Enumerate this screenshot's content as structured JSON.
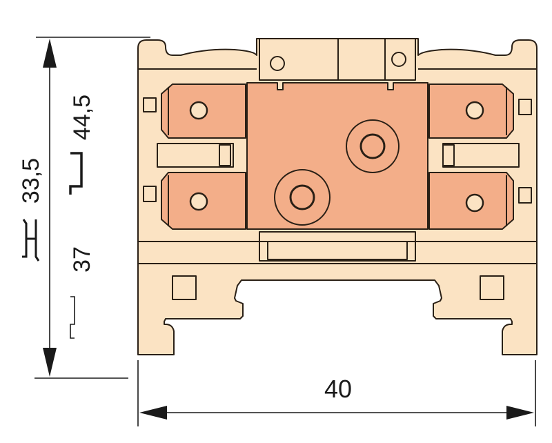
{
  "dimensions": {
    "width_label": "40",
    "height_labels": [
      {
        "value": "33,5",
        "rail_icon": "g-rail-icon"
      },
      {
        "value": "44,5",
        "rail_icon": "top-hat-rail-deep-icon"
      },
      {
        "value": "37",
        "rail_icon": "top-hat-rail-icon"
      }
    ]
  },
  "colors": {
    "housing": "#fbe3c3",
    "housing_stroke": "#2a2016",
    "contact": "#f3ae89",
    "line": "#1a1a1a"
  }
}
